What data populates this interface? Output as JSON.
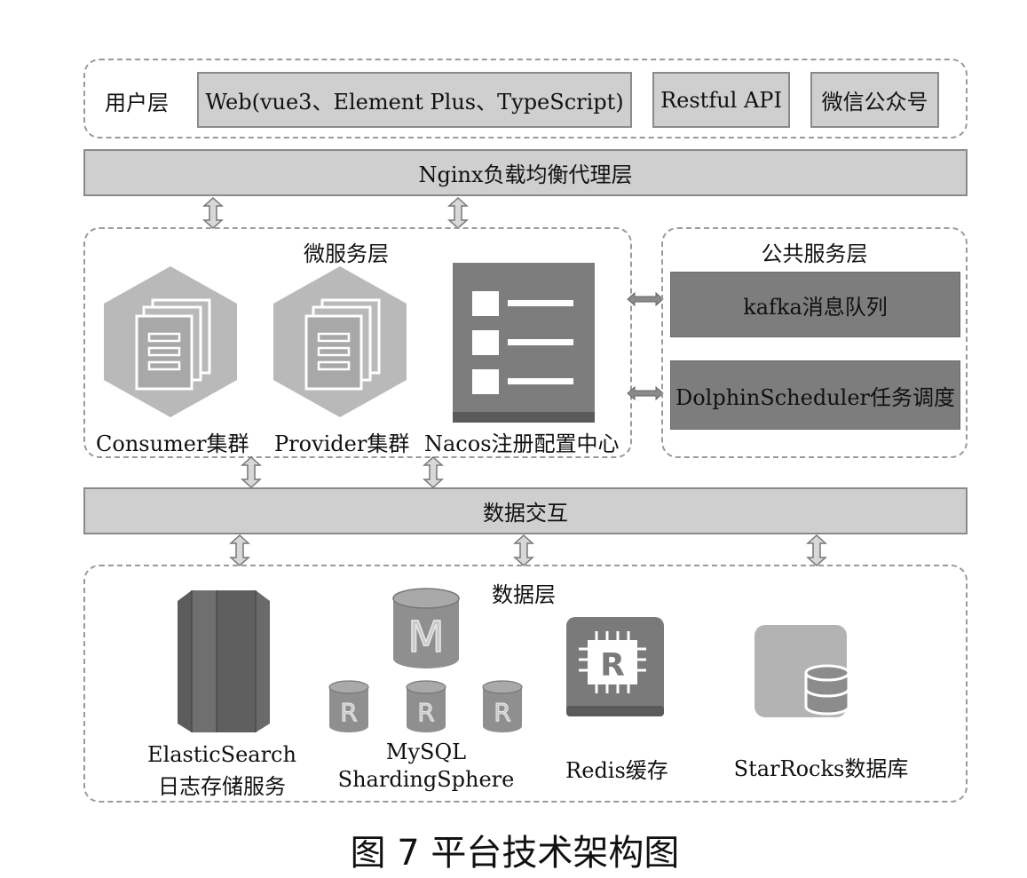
{
  "user_layer": {
    "title": "用户层",
    "web": "Web(vue3、Element Plus、TypeScript)",
    "api": "Restful API",
    "wechat": "微信公众号"
  },
  "nginx": "Nginx负载均衡代理层",
  "micro_layer": {
    "title": "微服务层",
    "consumer": "Consumer集群",
    "provider": "Provider集群",
    "nacos": "Nacos注册配置中心"
  },
  "public_layer": {
    "title": "公共服务层",
    "kafka": "kafka消息队列",
    "dolphin": "DolphinScheduler任务调度"
  },
  "data_exchange": "数据交互",
  "data_layer": {
    "title": "数据层",
    "es_line1": "ElasticSearch",
    "es_line2": "日志存储服务",
    "mysql_line1": "MySQL",
    "mysql_line2": "ShardingSphere",
    "mysql_master_letter": "M",
    "mysql_replica_letter": "R",
    "redis": "Redis缓存",
    "redis_letter": "R",
    "starrocks": "StarRocks数据库"
  },
  "caption": "图 7 平台技术架构图"
}
